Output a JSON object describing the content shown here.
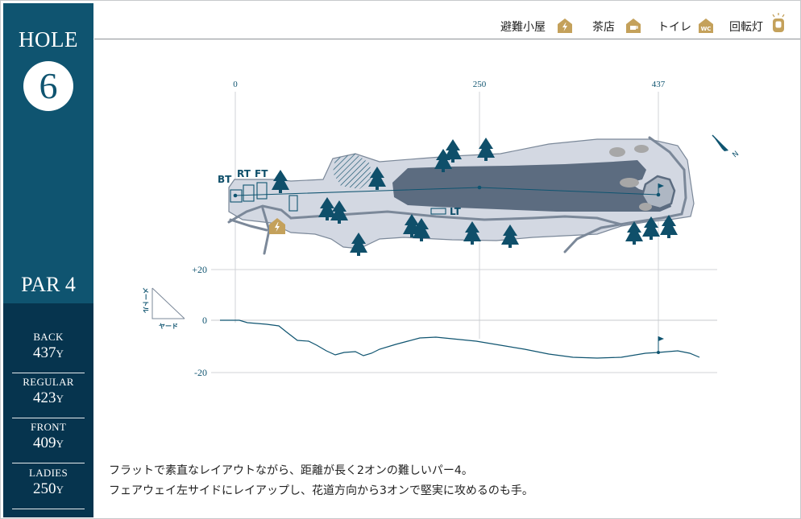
{
  "hole": {
    "label": "HOLE",
    "number": "6",
    "par_label": "PAR 4"
  },
  "tees": [
    {
      "name": "BACK",
      "distance": "437",
      "unit": "Y"
    },
    {
      "name": "REGULAR",
      "distance": "423",
      "unit": "Y"
    },
    {
      "name": "FRONT",
      "distance": "409",
      "unit": "Y"
    },
    {
      "name": "LADIES",
      "distance": "250",
      "unit": "Y"
    }
  ],
  "legend": [
    {
      "label": "避難小屋",
      "icon": "lightning-hut-icon"
    },
    {
      "label": "茶店",
      "icon": "teahouse-cup-icon"
    },
    {
      "label": "トイレ",
      "icon": "toilet-wc-icon",
      "icon_text": "WC"
    },
    {
      "label": "回転灯",
      "icon": "rotating-lamp-icon"
    }
  ],
  "course_map": {
    "distance_marks": [
      "0",
      "250",
      "437"
    ],
    "tee_labels": [
      "BT",
      "RT",
      "FT"
    ],
    "ladies_tee_label": "LT",
    "north_label": "N"
  },
  "elevation_profile": {
    "y_ticks": [
      "+20",
      "0",
      "-20"
    ],
    "axis_unit_vertical": "メートル",
    "axis_unit_horizontal": "ヤード"
  },
  "description": {
    "line1": "フラットで素直なレイアウトながら、距離が長く2オンの難しいパー4。",
    "line2": "フェアウェイ左サイドにレイアップし、花道方向から3オンで堅実に攻めるのも手。"
  },
  "colors": {
    "side_top": "#0f5470",
    "side_bottom": "#06344e",
    "rough": "#d3d8e2",
    "fairway": "#5c6c80",
    "path": "#7b8899",
    "tree": "#0f4f6a",
    "sand": "#a7a7a7",
    "icon_gold": "#c4a15b"
  }
}
